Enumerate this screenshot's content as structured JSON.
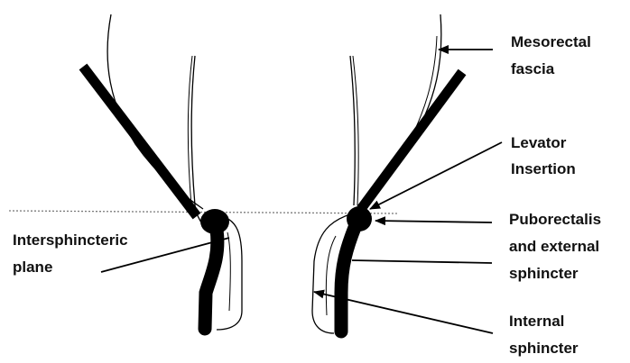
{
  "colors": {
    "ink": "#000000",
    "background": "#ffffff",
    "dotted_line": "#7a7a7a"
  },
  "labels": {
    "mesorectal_fascia": [
      "Mesorectal",
      "fascia"
    ],
    "levator_insertion": [
      "Levator",
      "Insertion"
    ],
    "intersphincteric_plane": [
      "Intersphincteric",
      "plane"
    ],
    "puborectalis_external_sphincter": [
      "Puborectalis",
      "and external",
      "sphincter"
    ],
    "internal_sphincter": [
      "Internal",
      "sphincter"
    ]
  }
}
